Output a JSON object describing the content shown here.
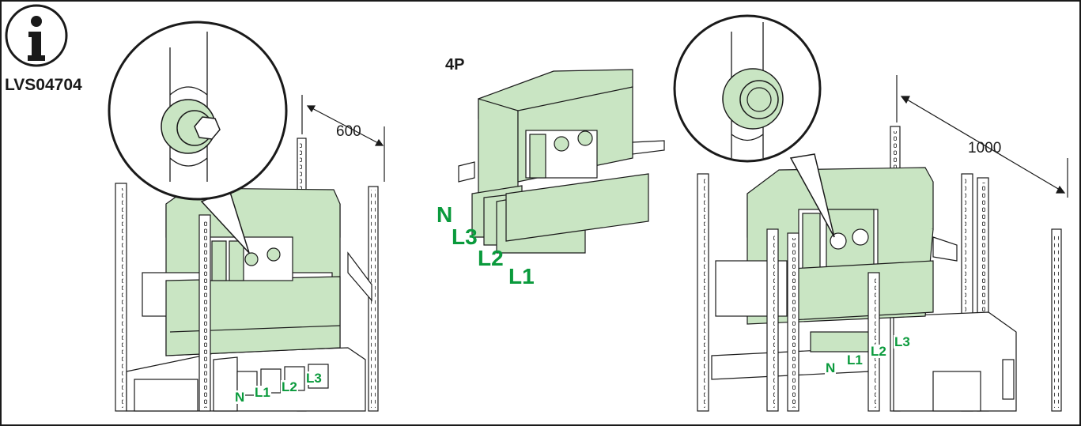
{
  "info": {
    "icon": "info-icon",
    "reference": "LVS04704"
  },
  "dimensions": {
    "left_width": "600",
    "right_width": "1000"
  },
  "center": {
    "pole_label": "4P",
    "phases": [
      "N",
      "L3",
      "L2",
      "L1"
    ]
  },
  "left_phases": [
    "N",
    "L1",
    "L2",
    "L3"
  ],
  "right_phases": [
    "N",
    "L1",
    "L2",
    "L3"
  ],
  "colors": {
    "part_fill": "#c9e5c3",
    "phase_text": "#0a9a3c",
    "outline": "#1a1a1a"
  }
}
